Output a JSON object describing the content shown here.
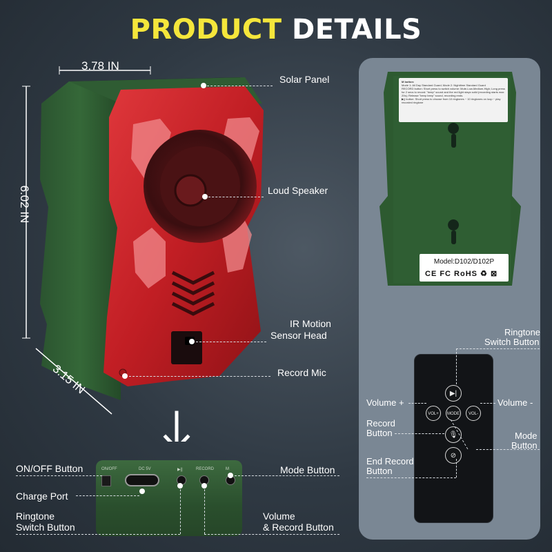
{
  "title": {
    "part1": "PRODUCT",
    "part2": "DETAILS"
  },
  "dimensions": {
    "width": "3.78 IN",
    "height": "6.02 IN",
    "depth": "3.15 IN"
  },
  "callouts": {
    "solar_panel": "Solar Panel",
    "loud_speaker": "Loud Speaker",
    "ir_motion_line1": "IR Motion",
    "ir_motion_line2": "Sensor Head",
    "record_mic": "Record Mic"
  },
  "bottom_callouts": {
    "on_off": "ON/OFF Button",
    "charge_port": "Charge Port",
    "ringtone_line1": "Ringtone",
    "ringtone_line2": "Switch Button",
    "mode": "Mode Button",
    "volume_line1": "Volume",
    "volume_line2": "& Record Button"
  },
  "bottom_port_tags": {
    "onoff": "ON/OFF",
    "dc": "DC 5V",
    "play": "▶||",
    "record": "RECORD",
    "mode": "M"
  },
  "back_label": {
    "line1": "M button:",
    "line2": "Mode 1: All Day Standard Guard; Mode 2: Nighttime Standard Guard",
    "line3": "RECORD button: Short press to switch volume: Mute-Low-Medium-High; Long press for 2 secs to record: \"beep\" sound and the red light stays solid (recording starts max 20s); Release \"beep beep\" sound, recording ends.",
    "line4": "▶|| button: Short press to choose from 10 ringtones ~ 10 ringtones on loop ~ play recorded ringtone"
  },
  "model_plate": {
    "model": "Model:D102/D102P",
    "certs": "CE FC RoHS ♻ ⊠"
  },
  "remote": {
    "play_icon": "▶|",
    "vol_plus": "VOL+",
    "mode": "MODE",
    "vol_minus": "VOL-",
    "mic_icon": "🎙",
    "end_icon": "⊘"
  },
  "remote_callouts": {
    "ringtone_line1": "Ringtone",
    "ringtone_line2": "Switch Button",
    "volume_plus": "Volume +",
    "volume_minus": "Volume -",
    "record_line1": "Record",
    "record_line2": "Button",
    "mode_line1": "Mode",
    "mode_line2": "Button",
    "end_line1": "End Record",
    "end_line2": "Button"
  },
  "colors": {
    "title_accent": "#f5e63b",
    "device_green": "#2e5a32",
    "device_red": "#c8262a",
    "panel_bg": "#7a8794"
  }
}
